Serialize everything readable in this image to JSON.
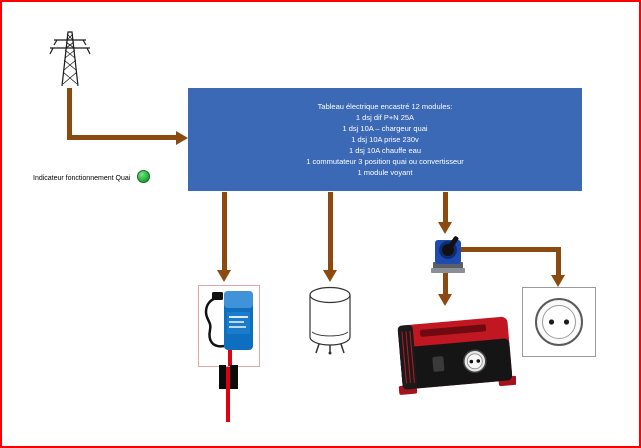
{
  "colors": {
    "frame": "#ff0000",
    "wire": "#8b4b10",
    "panel": "#3b69b5",
    "led": "#25b33a"
  },
  "labels": {
    "quai_indicator": "Indicateur fonctionnement Quai"
  },
  "panel": {
    "lines": [
      "Tableau électrique encastré 12 modules:",
      "1 dsj dif P+N 25A",
      "1 dsj 10A – chargeur quai",
      "1 dsj 10A prise 230v",
      "1 dsj 10A chauffe eau",
      "1 commutateur 3 position quai ou convertisseur",
      "1 module voyant"
    ]
  },
  "icons": {
    "pylon": "power-pylon-icon",
    "charger": "battery-charger-icon",
    "water_heater": "water-heater-icon",
    "selector_switch": "selector-switch-icon",
    "inverter": "inverter-icon",
    "socket": "wall-socket-icon",
    "led": "green-indicator-icon"
  }
}
